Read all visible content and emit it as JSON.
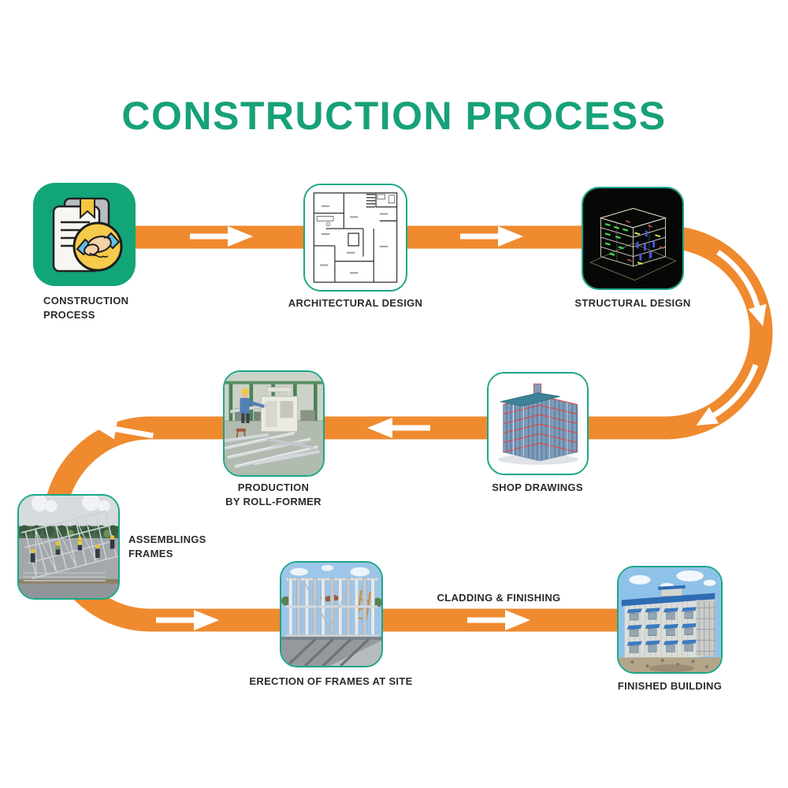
{
  "title": "CONSTRUCTION PROCESS",
  "colors": {
    "accent_orange": "#EF8A2F",
    "title_green": "#17A179",
    "box_border_teal": "#1BA688",
    "icon_bg_green": "#12A578",
    "label_dark": "#2B2B2B"
  },
  "steps": [
    {
      "name": "construction-process",
      "label_lines": [
        "CONSTRUCTION",
        "PROCESS"
      ],
      "icon": "contract-handshake-icon"
    },
    {
      "name": "architectural-design",
      "label_lines": [
        "ARCHITECTURAL DESIGN"
      ],
      "icon": "floor-plan-image"
    },
    {
      "name": "structural-design",
      "label_lines": [
        "STRUCTURAL DESIGN"
      ],
      "icon": "cad-wireframe-image"
    },
    {
      "name": "shop-drawings",
      "label_lines": [
        "SHOP DRAWINGS"
      ],
      "icon": "steel-frame-render-image"
    },
    {
      "name": "production-by-roll-former",
      "label_lines": [
        "PRODUCTION",
        "BY ROLL-FORMER"
      ],
      "icon": "roll-former-factory-image"
    },
    {
      "name": "assemblings-frames",
      "label_lines": [
        "ASSEMBLINGS",
        "FRAMES"
      ],
      "icon": "frame-assembly-photo"
    },
    {
      "name": "erection-of-frames",
      "label_lines": [
        "ERECTION OF FRAMES AT SITE"
      ],
      "icon": "frame-erection-photo"
    },
    {
      "name": "cladding-finishing",
      "label_lines": [
        "CLADDING & FINISHING"
      ],
      "icon": "flow-arrow-icon"
    },
    {
      "name": "finished-building",
      "label_lines": [
        "FINISHED BUILDING"
      ],
      "icon": "finished-building-photo"
    }
  ]
}
